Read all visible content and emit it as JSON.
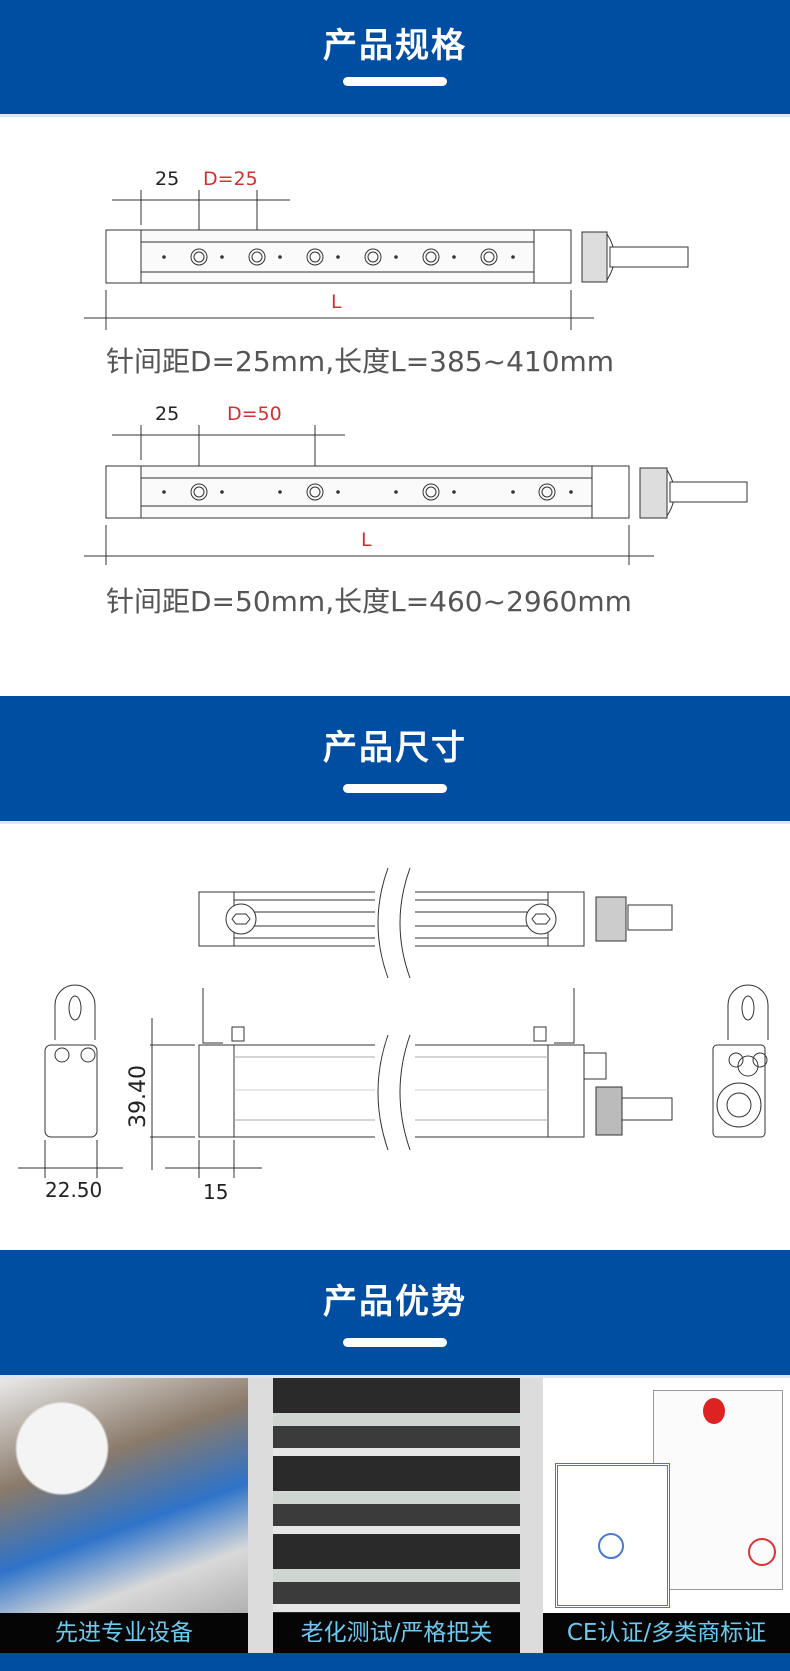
{
  "sections": [
    {
      "title": "产品规格"
    },
    {
      "title": "产品尺寸"
    },
    {
      "title": "产品优势"
    }
  ],
  "spec": {
    "diagram1": {
      "dim_offset": "25",
      "dim_pitch": "D=25",
      "dim_length": "L",
      "caption": "针间距D=25mm,长度L=385~410mm"
    },
    "diagram2": {
      "dim_offset": "25",
      "dim_pitch": "D=50",
      "dim_length": "L",
      "caption": "针间距D=50mm,长度L=460~2960mm"
    }
  },
  "dimensions": {
    "height": "39.40",
    "width": "22.50",
    "end_cap": "15"
  },
  "advantages": [
    {
      "caption": "先进专业设备"
    },
    {
      "caption": "老化测试/严格把关"
    },
    {
      "caption": "CE认证/多类商标证"
    }
  ],
  "colors": {
    "brand_blue": "#004ea2",
    "dimension_red": "#d0332f",
    "caption_blue": "#6ccaf2"
  }
}
